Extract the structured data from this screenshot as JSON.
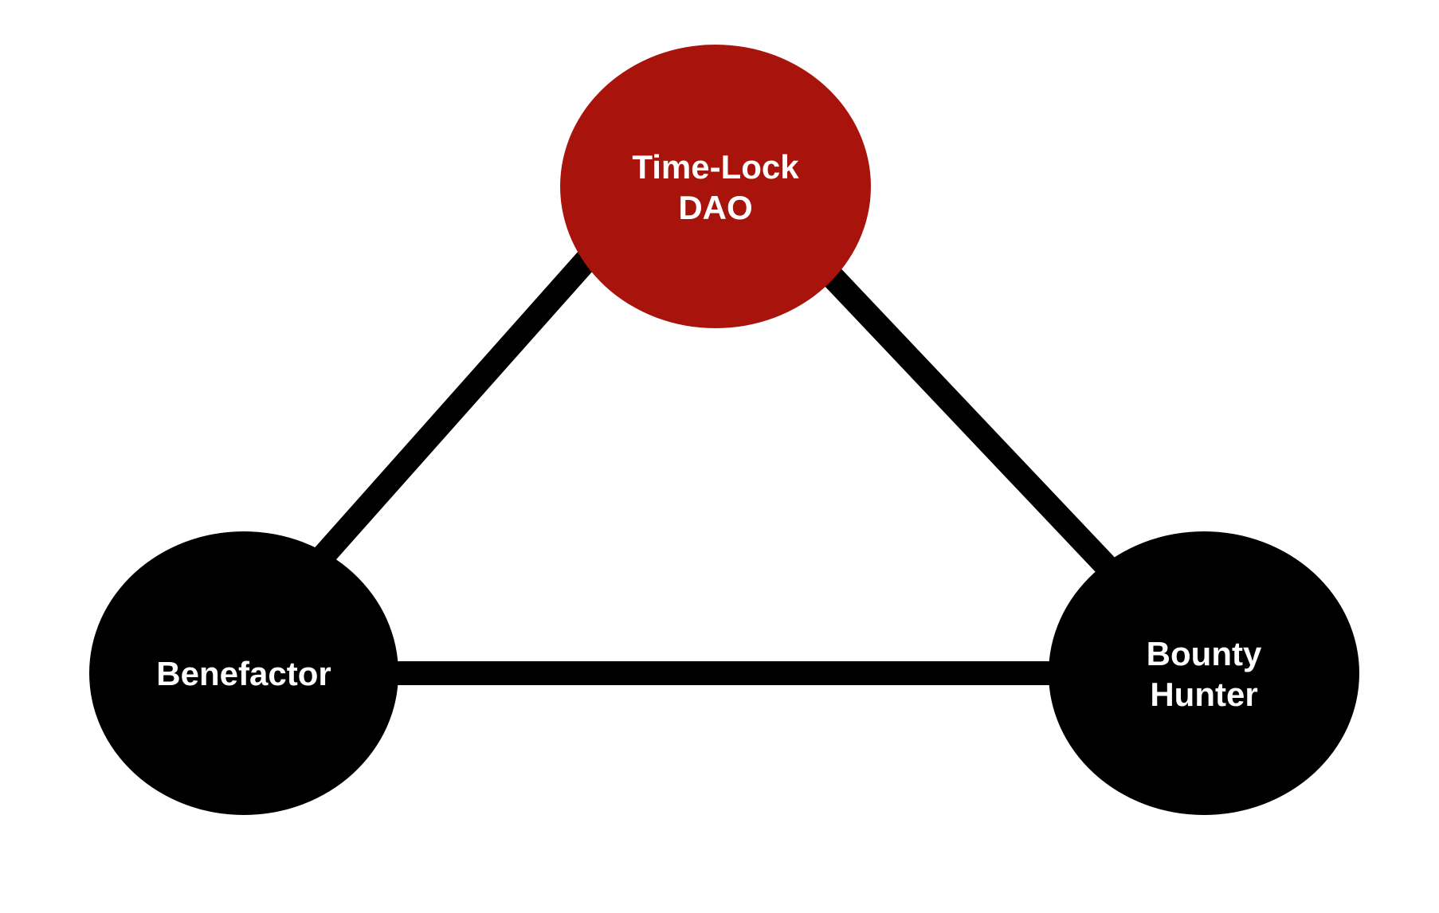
{
  "colors": {
    "background": "#ffffff",
    "edge": "#000000",
    "dao_node": "#a8140c",
    "party_node": "#000000",
    "label": "#ffffff"
  },
  "nodes": {
    "dao": {
      "label_line1": "Time-Lock",
      "label_line2": "DAO"
    },
    "benefactor": {
      "label_line1": "Benefactor"
    },
    "bounty_hunter": {
      "label_line1": "Bounty",
      "label_line2": "Hunter"
    }
  },
  "edges": [
    {
      "from": "dao",
      "to": "benefactor"
    },
    {
      "from": "dao",
      "to": "bounty_hunter"
    },
    {
      "from": "benefactor",
      "to": "bounty_hunter"
    }
  ]
}
